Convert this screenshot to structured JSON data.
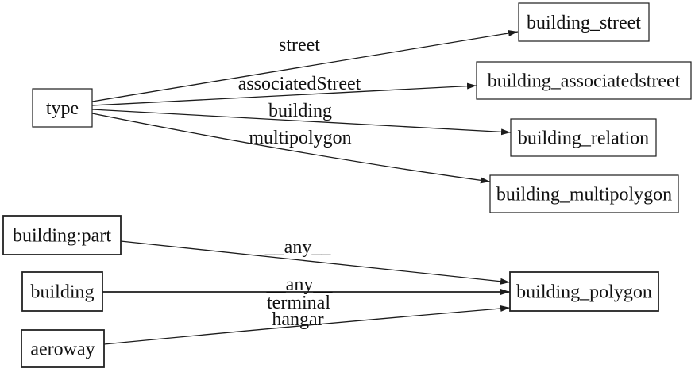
{
  "diagram": {
    "type": "directed-graph",
    "background_color": "#ffffff",
    "line_color": "#1c1c1c",
    "node_fill_color": "#ffffff",
    "text_color": "#111111",
    "nodes": [
      {
        "id": "type",
        "label": "type"
      },
      {
        "id": "building_street",
        "label": "building_street"
      },
      {
        "id": "building_associatedstreet",
        "label": "building_associatedstreet"
      },
      {
        "id": "building_relation",
        "label": "building_relation"
      },
      {
        "id": "building_multipolygon",
        "label": "building_multipolygon"
      },
      {
        "id": "building_part",
        "label": "building:part"
      },
      {
        "id": "building",
        "label": "building"
      },
      {
        "id": "aeroway",
        "label": "aeroway"
      },
      {
        "id": "building_polygon",
        "label": "building_polygon"
      }
    ],
    "edges": [
      {
        "from": "type",
        "to": "building_street",
        "label": "street"
      },
      {
        "from": "type",
        "to": "building_associatedstreet",
        "label": "associatedStreet"
      },
      {
        "from": "type",
        "to": "building_relation",
        "label": "building"
      },
      {
        "from": "type",
        "to": "building_multipolygon",
        "label": "multipolygon"
      },
      {
        "from": "building:part",
        "to": "building_polygon",
        "label": "__any__"
      },
      {
        "from": "building",
        "to": "building_polygon",
        "label": "__any__"
      },
      {
        "from": "aeroway",
        "to": "building_polygon",
        "label": "terminal",
        "label2": "hangar"
      }
    ]
  }
}
